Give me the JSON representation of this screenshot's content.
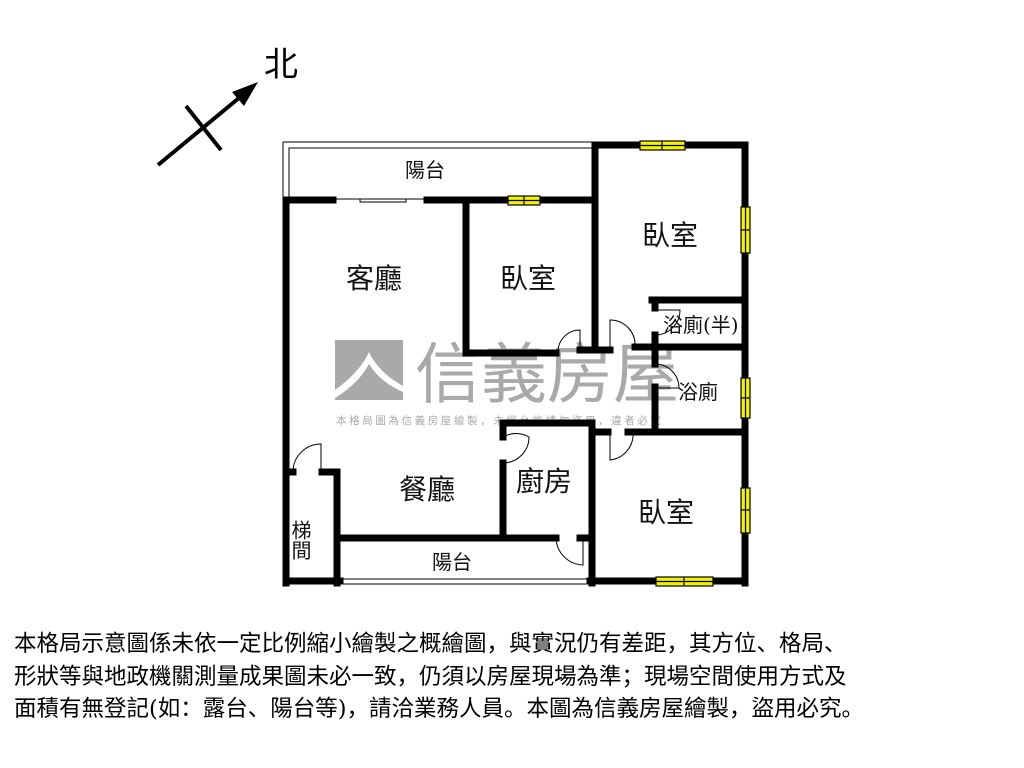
{
  "compass": {
    "north_label": "北"
  },
  "rooms": {
    "balcony_top": "陽台",
    "living_room": "客廳",
    "bedroom_middle": "臥室",
    "bedroom_top_right": "臥室",
    "half_bath": "浴廁(半)",
    "bathroom": "浴廁",
    "dining_room": "餐廳",
    "kitchen": "廚房",
    "bedroom_bottom_right": "臥室",
    "stairwell": "梯間",
    "balcony_bottom": "陽台"
  },
  "watermark": {
    "brand": "信義房屋",
    "notice": "本格局圖為信義房屋繪製，未經允許請勿盜用，違者必究"
  },
  "colors": {
    "wall": "#000000",
    "window": "#f2f200",
    "watermark": "#a9a9a9"
  },
  "disclaimer": {
    "lines": [
      "本格局示意圖係未依一定比例縮小繪製之概繪圖，與實況仍有差距，其方位、格局、",
      "形狀等與地政機關測量成果圖未必一致，仍須以房屋現場為準；現場空間使用方式及",
      "面積有無登記(如：露台、陽台等)，請洽業務人員。本圖為信義房屋繪製，盜用必究。"
    ]
  }
}
